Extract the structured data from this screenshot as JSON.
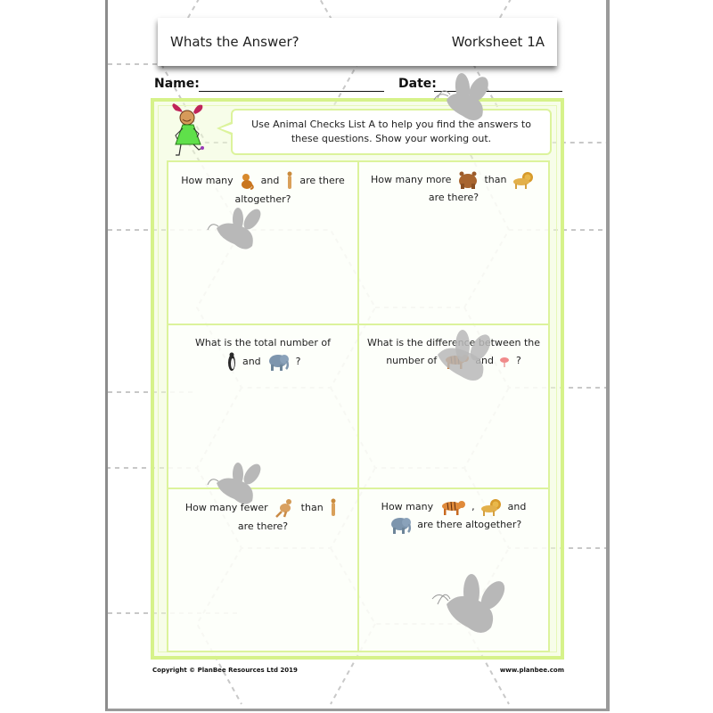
{
  "header": {
    "title": "Whats the Answer?",
    "worksheet": "Worksheet 1A"
  },
  "fields": {
    "name_label": "Name:",
    "date_label": "Date:"
  },
  "instructions": {
    "line1": "Use Animal Checks List A to help you find the answers to",
    "line2": "these questions. Show your working out."
  },
  "questions": [
    {
      "parts": [
        "How many",
        "monkey-icon",
        "and",
        "meerkat-icon",
        "are there",
        "altogether?"
      ]
    },
    {
      "parts": [
        "How many more",
        "bear-icon",
        "than",
        "lion-icon",
        "are there?"
      ]
    },
    {
      "parts": [
        "What is the total number of",
        "penguin-icon",
        "and",
        "elephant-icon",
        "?"
      ]
    },
    {
      "parts": [
        "What is the difference between the",
        "number of",
        "tiger-icon",
        "and",
        "flamingo-icon",
        "?"
      ]
    },
    {
      "parts": [
        "How many fewer",
        "kangaroo-icon",
        "than",
        "meerkat-icon",
        "are there?"
      ]
    },
    {
      "parts": [
        "How many",
        "tiger-icon",
        ",",
        "lion-icon",
        "and",
        "elephant-icon",
        "are there altogether?"
      ]
    }
  ],
  "q": {
    "q1a": "How many",
    "q1b": "and",
    "q1c": "are there",
    "q1d": "altogether?",
    "q2a": "How many more",
    "q2b": "than",
    "q2c": "are there?",
    "q3a": "What is the total number of",
    "q3b": "and",
    "q3c": "?",
    "q4a": "What is the difference between the",
    "q4b": "number of",
    "q4c": "and",
    "q4d": "?",
    "q5a": "How many fewer",
    "q5b": "than",
    "q5c": "are there?",
    "q6a": "How many",
    "q6b": ",",
    "q6c": "and",
    "q6d": "are there altogether?"
  },
  "footer": {
    "copyright": "Copyright © PlanBee Resources Ltd 2019",
    "website": "www.planbee.com"
  },
  "colors": {
    "frame_green": "#d6f28a",
    "cell_border": "#dcf39c",
    "watermark_gray": "#b5b5b5"
  }
}
